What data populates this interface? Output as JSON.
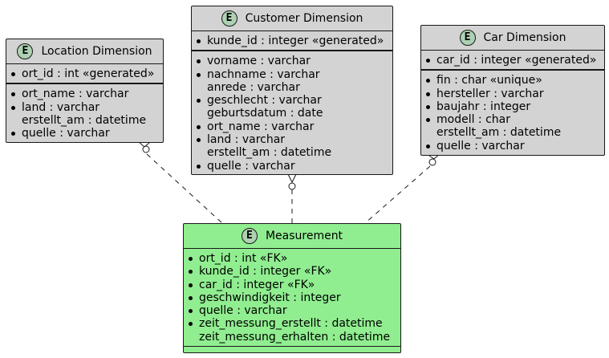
{
  "colors": {
    "entity_fill": "#D3D3D3",
    "fact_fill": "#90EE90",
    "badge_fill": "#ADD1B2",
    "border": "#181818"
  },
  "badge_letter": "E",
  "location": {
    "title": "Location Dimension",
    "pk": {
      "bullet": true,
      "text": "ort_id : int «generated»"
    },
    "attributes": [
      {
        "bullet": true,
        "text": "ort_name : varchar"
      },
      {
        "bullet": true,
        "text": "land : varchar"
      },
      {
        "bullet": false,
        "text": "erstellt_am : datetime"
      },
      {
        "bullet": true,
        "text": "quelle : varchar"
      }
    ]
  },
  "customer": {
    "title": "Customer Dimension",
    "pk": {
      "bullet": true,
      "text": "kunde_id : integer «generated»"
    },
    "attributes": [
      {
        "bullet": true,
        "text": "vorname : varchar"
      },
      {
        "bullet": true,
        "text": "nachname : varchar"
      },
      {
        "bullet": false,
        "text": "anrede : varchar"
      },
      {
        "bullet": true,
        "text": "geschlecht : varchar"
      },
      {
        "bullet": false,
        "text": "geburtsdatum : date"
      },
      {
        "bullet": true,
        "text": "ort_name : varchar"
      },
      {
        "bullet": true,
        "text": "land : varchar"
      },
      {
        "bullet": false,
        "text": "erstellt_am : datetime"
      },
      {
        "bullet": true,
        "text": "quelle : varchar"
      }
    ]
  },
  "car": {
    "title": "Car Dimension",
    "pk": {
      "bullet": true,
      "text": "car_id : integer «generated»"
    },
    "attributes": [
      {
        "bullet": true,
        "text": "fin : char «unique»"
      },
      {
        "bullet": true,
        "text": "hersteller : varchar"
      },
      {
        "bullet": true,
        "text": "baujahr : integer"
      },
      {
        "bullet": true,
        "text": "modell : char"
      },
      {
        "bullet": false,
        "text": "erstellt_am : datetime"
      },
      {
        "bullet": true,
        "text": "quelle : varchar"
      }
    ]
  },
  "measurement": {
    "title": "Measurement",
    "attributes": [
      {
        "bullet": true,
        "text": "ort_id : int «FK»"
      },
      {
        "bullet": true,
        "text": "kunde_id : integer «FK»"
      },
      {
        "bullet": true,
        "text": "car_id : integer «FK»"
      },
      {
        "bullet": true,
        "text": "geschwindigkeit : integer"
      },
      {
        "bullet": true,
        "text": "quelle : varchar"
      },
      {
        "bullet": true,
        "text": "zeit_messung_erstellt : datetime"
      },
      {
        "bullet": false,
        "text": "zeit_messung_erhalten : datetime"
      }
    ]
  },
  "relations": [
    {
      "from": "measurement",
      "to": "location",
      "cardinality": "zero-or-many"
    },
    {
      "from": "measurement",
      "to": "customer",
      "cardinality": "zero-or-many"
    },
    {
      "from": "measurement",
      "to": "car",
      "cardinality": "zero-or-many"
    }
  ]
}
